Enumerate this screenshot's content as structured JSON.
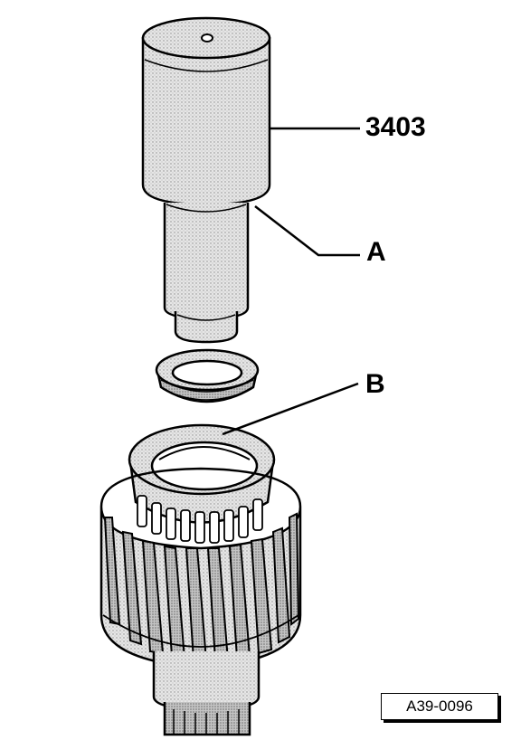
{
  "callouts": {
    "tool": "3403",
    "a": "A",
    "b": "B"
  },
  "figure_code": "A39-0096",
  "colors": {
    "line": "#000000",
    "fill": "#d9d9d9",
    "fill_dark": "#b8b8b8",
    "background": "#ffffff"
  },
  "parts": {
    "tool_icon": "press-tool-icon",
    "sleeve_icon": "sleeve-icon",
    "bearing_ring_icon": "bearing-ring-icon",
    "gear_icon": "gear-icon"
  }
}
